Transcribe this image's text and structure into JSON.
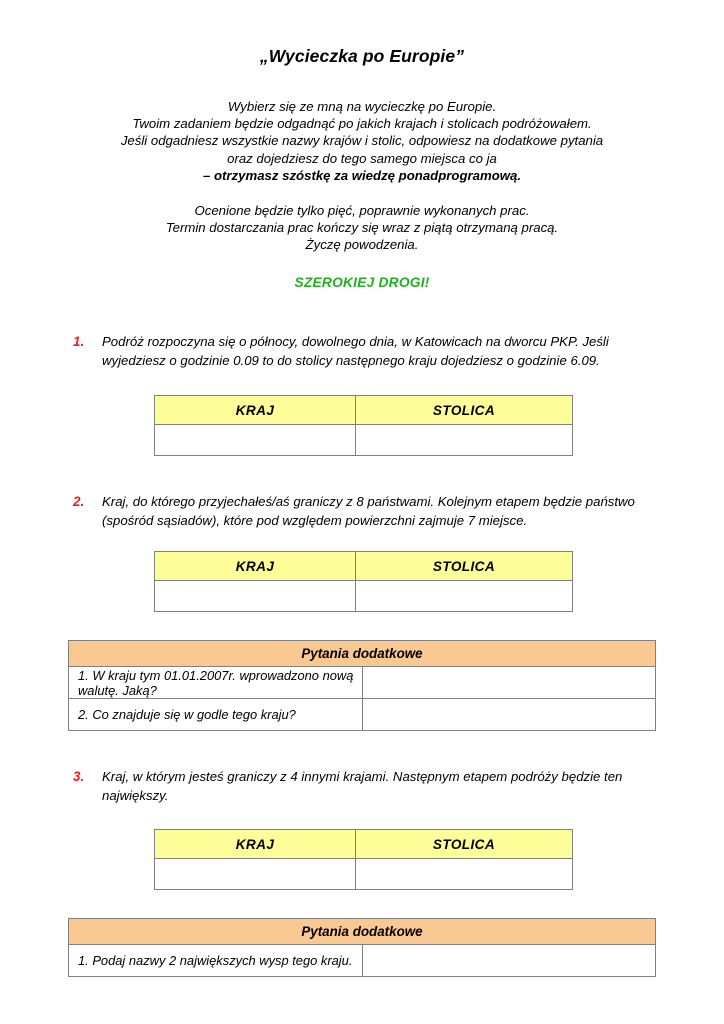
{
  "document": {
    "title": "„Wycieczka po Europie”",
    "intro_block_1": [
      "Wybierz się ze mną na wycieczkę po Europie.",
      "Twoim zadaniem będzie odgadnąć po jakich krajach i stolicach podróżowałem.",
      "Jeśli odgadniesz wszystkie nazwy krajów i stolic, odpowiesz na dodatkowe pytania",
      "oraz dojedziesz do tego samego miejsca co ja"
    ],
    "intro_block_1_bold": "– otrzymasz szóstkę za wiedzę ponadprogramową.",
    "intro_block_2": [
      "Ocenione będzie tylko pięć, poprawnie wykonanych prac.",
      "Termin dostarczania prac kończy się wraz z piątą otrzymaną pracą.",
      "Życzę powodzenia."
    ],
    "shout": "SZEROKIEJ DROGI!"
  },
  "colors": {
    "number_red": "#ee1c24",
    "shout_green": "#20b020",
    "header_yellow": "#ffff99",
    "header_orange": "#fac992",
    "border_gray": "#808080"
  },
  "table_headers": {
    "kraj": "KRAJ",
    "stolica": "STOLICA",
    "pytania_dodatkowe": "Pytania dodatkowe"
  },
  "tasks": [
    {
      "number": "1.",
      "text": "Podróż rozpoczyna się o północy, dowolnego dnia, w Katowicach na dworcu PKP. Jeśli wyjedziesz o godzinie 0.09 to do stolicy następnego kraju dojedziesz o godzinie 6.09.",
      "kraj_answer": "",
      "stolica_answer": "",
      "extra_questions": []
    },
    {
      "number": "2.",
      "text": "Kraj, do którego przyjechałeś/aś graniczy z 8 państwami. Kolejnym etapem będzie państwo (spośród sąsiadów), które pod względem powierzchni zajmuje 7 miejsce.",
      "kraj_answer": "",
      "stolica_answer": "",
      "extra_questions": [
        {
          "text": "1. W kraju tym 01.01.2007r. wprowadzono nową walutę. Jaką?",
          "answer": ""
        },
        {
          "text": "2. Co znajduje się w godle tego kraju?",
          "answer": ""
        }
      ]
    },
    {
      "number": "3.",
      "text": "Kraj, w którym jesteś graniczy z 4 innymi krajami. Następnym etapem podróży będzie ten największy.",
      "kraj_answer": "",
      "stolica_answer": "",
      "extra_questions": [
        {
          "text": "1. Podaj nazwy 2 największych wysp tego kraju.",
          "answer": ""
        }
      ]
    }
  ]
}
